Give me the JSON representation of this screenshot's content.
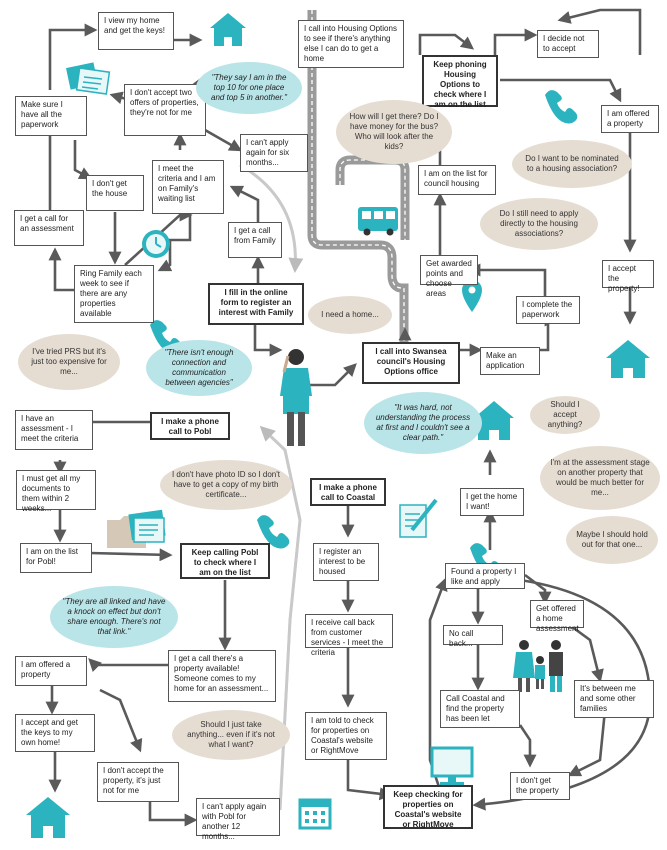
{
  "colors": {
    "teal": "#2bb3bf",
    "arrow": "#5a5a5a",
    "road": "#9a9a9a",
    "beige": "#e6ddd2",
    "light_teal": "#b9e4e8"
  },
  "center": {
    "register_online": "I fill in the online form to register an interest with Family",
    "call_swansea": "I call into Swansea council's Housing Options office",
    "phone_pobl": "I make a phone call to Pobl",
    "phone_coastal": "I make a phone call to Coastal",
    "need_home": "I need a home..."
  },
  "family": {
    "view_home": "I view my home and get the keys!",
    "paperwork": "Make sure I have all the paperwork",
    "dont_accept_two": "I don't accept two offers of properties, they're not for me",
    "cant_apply_six": "I can't apply again for six months...",
    "dont_get_house": "I don't get the house",
    "met_criteria": "I meet the criteria and I am on Family's waiting list",
    "call_assessment": "I get a call for an assessment",
    "call_from_family": "I get a call from Family",
    "ring_family": "Ring Family each week to see if there are any properties available",
    "quote_top10": "\"They say I am in the top 10 for one place and top 5 in another.\"",
    "prs": "I've tried PRS but it's just too expensive for me...",
    "quote_connection": "\"There isn't enough connection and communication between agencies\""
  },
  "swansea": {
    "call_housing_options": "I call into Housing Options to see if there's anything else I can do to get a home",
    "keep_phoning": "Keep phoning Housing Options to check where I am on the list",
    "decide_not": "I decide not to accept",
    "offered_property": "I am offered a property",
    "bus": "How will I get there? Do I have money for the bus? Who will look after the kids?",
    "on_list": "I am on the list for council housing",
    "nominated": "Do I want to be nominated to a housing association?",
    "apply_direct": "Do I still need to apply directly to the housing associations?",
    "awarded_points": "Get awarded points and choose areas",
    "accept_property": "I accept the property!",
    "complete_paperwork": "I complete the paperwork",
    "make_application": "Make an application",
    "quote_hard": "\"It was hard, not understanding the process at first and I couldn't see a clear path.\""
  },
  "pobl": {
    "assessment": "I have an assessment - I meet the criteria",
    "documents": "I must get all my documents to them within 2 weeks...",
    "no_photo": "I don't have photo ID so I don't have to get a copy of my birth certificate...",
    "on_list": "I am on the list for Pobl!",
    "keep_calling": "Keep calling Pobl to check where I am on the list",
    "quote_linked": "\"They are all linked and have a knock on effect but don't share enough. There's not that link.\"",
    "offered": "I am offered a property",
    "call_available": "I get a call there's a property available! Someone comes to my home for an assessment...",
    "accept_keys": "I accept and get the keys to my own home!",
    "just_take": "Should I just take anything... even if it's not what I want?",
    "dont_accept": "I don't accept the property, it's just not for me",
    "cant_apply_twelve": "I can't apply again with Pobl for another 12 months..."
  },
  "coastal": {
    "register": "I register an interest to be housed",
    "call_back": "I receive call back from customer services - I meet the criteria",
    "told_check": "I am told to check for properties on Coastal's website or RightMove",
    "keep_checking": "Keep checking for properties on Coastal's website or RightMove",
    "found_property": "Found a property I like and apply",
    "get_home": "I get the home I want!",
    "should_accept": "Should I accept anything?",
    "assessment_stage": "I'm at the assessment stage on another property that would be much better for me...",
    "hold_out": "Maybe I should hold out for that one...",
    "offered_assessment": "Get offered a home assessment",
    "no_call_back": "No call back...",
    "between_families": "It's between me and some other families",
    "find_let": "Call Coastal and find the property has been let",
    "dont_get": "I don't get the property"
  },
  "icons": [
    "house-icon",
    "documents-icon",
    "clock-icon",
    "phone-icon",
    "bus-icon",
    "road",
    "location-pin-icon",
    "person-figure",
    "folder-icon",
    "pencil-icon",
    "family-figures",
    "computer-icon",
    "calendar-icon"
  ]
}
